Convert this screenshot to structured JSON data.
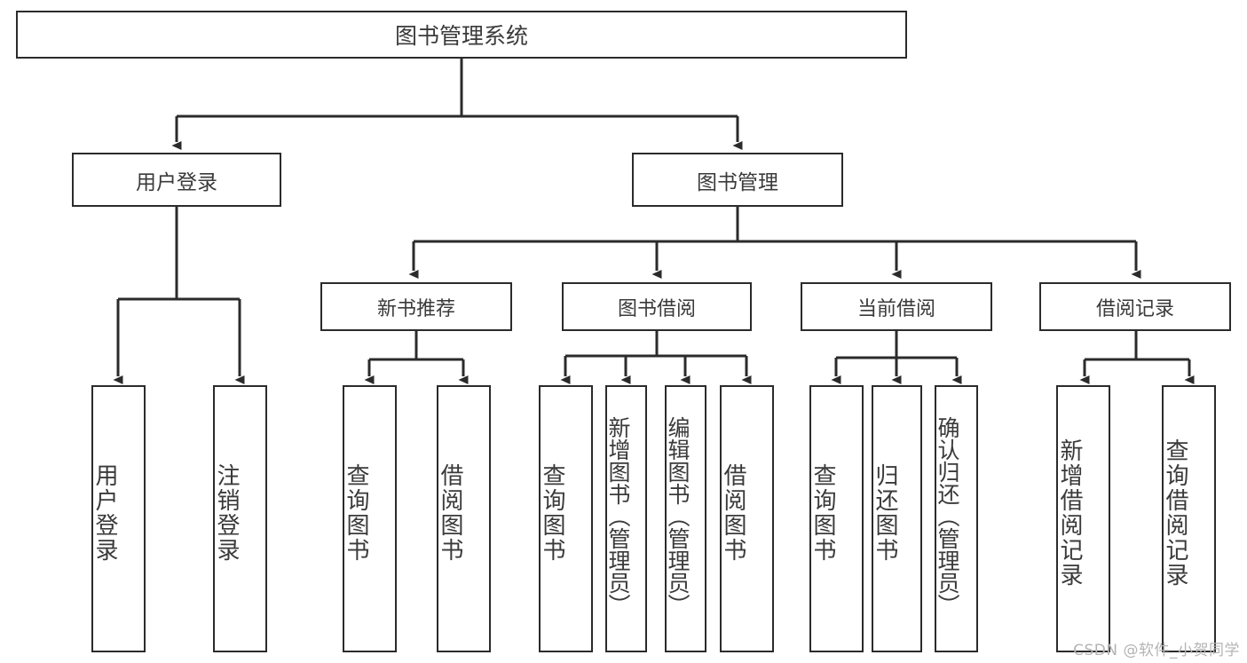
{
  "diagram": {
    "title": "图书管理系统",
    "watermark": "CSDN @软件_小贺同学",
    "stroke_color": "#2b2b2b",
    "text_color": "#3a3a3a",
    "background_color": "#ffffff",
    "root": {
      "label": "图书管理系统"
    },
    "level1": [
      {
        "label": "用户登录"
      },
      {
        "label": "图书管理"
      }
    ],
    "level2": [
      {
        "label": "新书推荐"
      },
      {
        "label": "图书借阅"
      },
      {
        "label": "当前借阅"
      },
      {
        "label": "借阅记录"
      }
    ],
    "leaves": [
      {
        "label": "用户登录"
      },
      {
        "label": "注销登录"
      },
      {
        "label": "查询图书"
      },
      {
        "label": "借阅图书"
      },
      {
        "label": "查询图书"
      },
      {
        "label": "新增图书（管理员）"
      },
      {
        "label": "编辑图书（管理员）"
      },
      {
        "label": "借阅图书"
      },
      {
        "label": "查询图书"
      },
      {
        "label": "归还图书"
      },
      {
        "label": "确认归还（管理员）"
      },
      {
        "label": "新增借阅记录"
      },
      {
        "label": "查询借阅记录"
      }
    ]
  }
}
